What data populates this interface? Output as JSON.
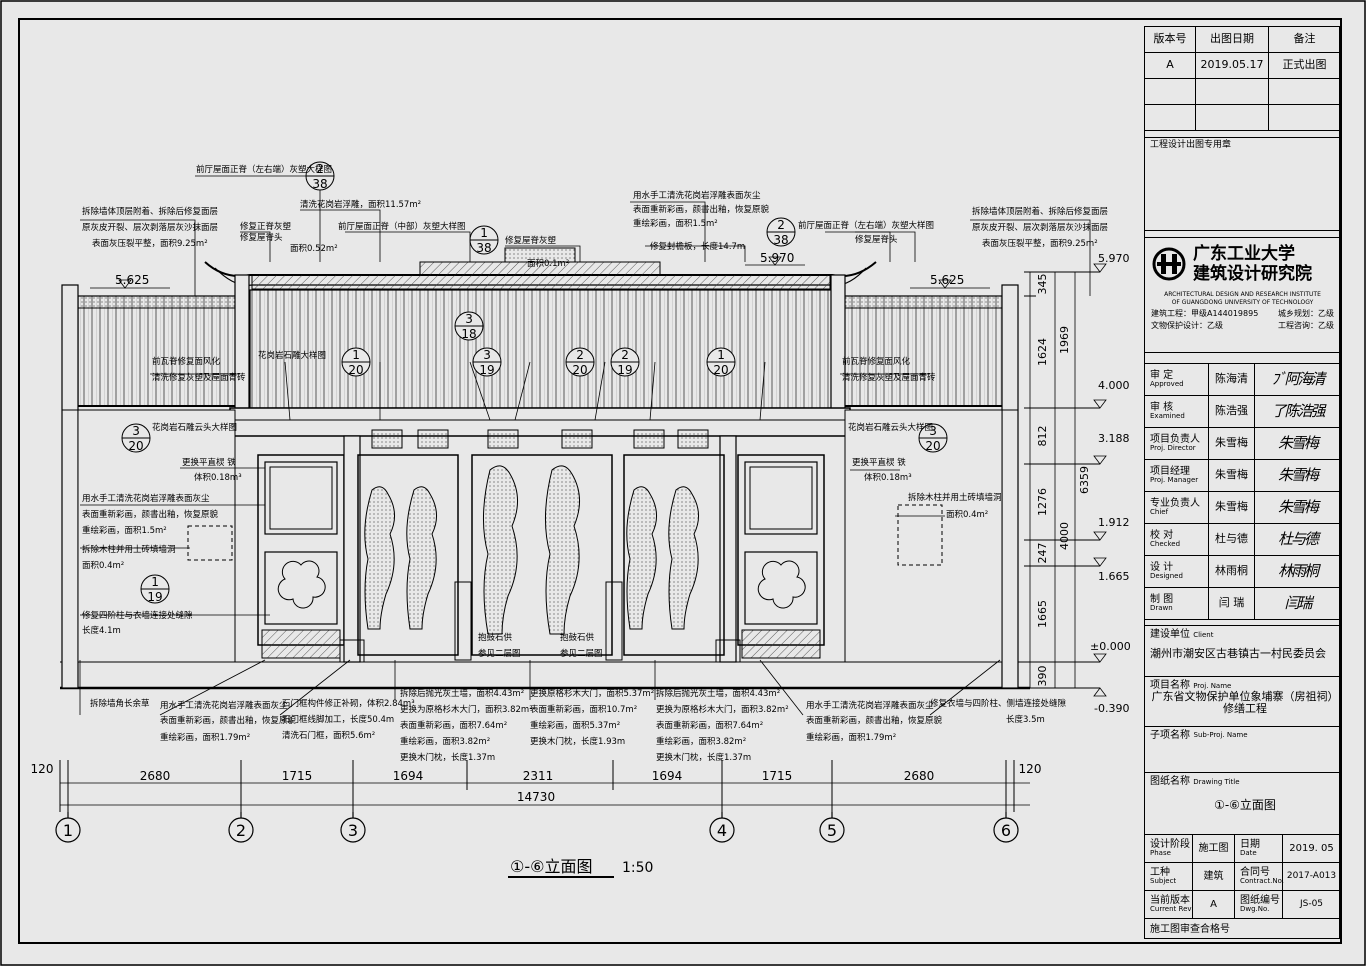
{
  "revision": {
    "headers": [
      "版本号",
      "出图日期",
      "备注"
    ],
    "row": [
      "A",
      "2019.05.17",
      "正式出图"
    ]
  },
  "stamp_label": "工程设计出图专用章",
  "institute": {
    "name_line1": "广东工业大学",
    "name_line2": "建筑设计研究院",
    "en_line1": "ARCHITECTURAL DESIGN AND RESEARCH  INSTITUTE",
    "en_line2": "OF GUANGDONG UNIVERSITY OF TECHNOLOGY",
    "cert1": "建筑工程：甲级A144019895",
    "cert2": "城乡规划：乙级",
    "cert3": "文物保护设计：乙级",
    "cert4": "工程咨询：乙级"
  },
  "signoffs": [
    {
      "label": "审  定",
      "en": "Approved",
      "name": "陈海清",
      "sig": "ﾌﾞ阿海清"
    },
    {
      "label": "审  核",
      "en": "Examined",
      "name": "陈浩强",
      "sig": "了陈浩强"
    },
    {
      "label": "项目负责人",
      "en": "Proj. Director",
      "name": "朱雪梅",
      "sig": "朱雪梅"
    },
    {
      "label": "项目经理",
      "en": "Proj. Manager",
      "name": "朱雪梅",
      "sig": "朱雪梅"
    },
    {
      "label": "专业负责人",
      "en": "Chief",
      "name": "朱雪梅",
      "sig": "朱雪梅"
    },
    {
      "label": "校  对",
      "en": "Checked",
      "name": "杜与德",
      "sig": "杜与德"
    },
    {
      "label": "设  计",
      "en": "Designed",
      "name": "林雨桐",
      "sig": "林雨桐"
    },
    {
      "label": "制  图",
      "en": "Drawn",
      "name": "闫  瑞",
      "sig": "闫瑞"
    }
  ],
  "client": {
    "label": "建设单位",
    "en": "Client",
    "value": "潮州市潮安区古巷镇古一村民委员会"
  },
  "project": {
    "label": "项目名称",
    "en": "Proj. Name",
    "value1": "广东省文物保护单位象埔寨（房祖祠）",
    "value2": "修缮工程"
  },
  "subproject": {
    "label": "子项名称",
    "en": "Sub-Proj. Name"
  },
  "drawing_title": {
    "label": "图纸名称",
    "en": "Drawing Title",
    "value": "①-⑥立面图"
  },
  "phase": {
    "label": "设计阶段",
    "en": "Phase",
    "value": "施工图",
    "date_label": "日期",
    "date_en": "Date",
    "date": "2019. 05"
  },
  "subject": {
    "label": "工种",
    "en": "Subject",
    "value": "建筑",
    "contract_label": "合同号",
    "contract_en": "Contract.No.",
    "contract": "2017-A013"
  },
  "current": {
    "label": "当前版本",
    "en": "Current Rev",
    "value": "A",
    "dwg_label": "图纸编号",
    "dwg_en": "Dwg.No.",
    "dwg": "JS-05"
  },
  "review_label": "施工图审查合格号",
  "elevation_title": "①-⑥立面图",
  "elevation_scale": "1:50",
  "axes": [
    "1",
    "2",
    "3",
    "4",
    "5",
    "6"
  ],
  "dims_horizontal": [
    "120",
    "2680",
    "1715",
    "1694",
    "2311",
    "1694",
    "1715",
    "2680",
    "120"
  ],
  "dim_total": "14730",
  "dims_vertical": [
    "345",
    "1624",
    "812",
    "1276",
    "247",
    "1665",
    "390"
  ],
  "dims_vertical_group": [
    "1969",
    "4000",
    "6359"
  ],
  "levels": [
    "5.970",
    "4.000",
    "3.188",
    "1.912",
    "1.665",
    "±0.000",
    "-0.390"
  ],
  "levels_roof": [
    "5.625",
    "5.970",
    "5.625"
  ],
  "callouts": [
    {
      "n": "2",
      "d": "38"
    },
    {
      "n": "1",
      "d": "38"
    },
    {
      "n": "2",
      "d": "38"
    },
    {
      "n": "3",
      "d": "18"
    },
    {
      "n": "1",
      "d": "20"
    },
    {
      "n": "3",
      "d": "19"
    },
    {
      "n": "2",
      "d": "20"
    },
    {
      "n": "2",
      "d": "19"
    },
    {
      "n": "1",
      "d": "20"
    },
    {
      "n": "3",
      "d": "20"
    },
    {
      "n": "3",
      "d": "20"
    },
    {
      "n": "1",
      "d": "19"
    }
  ],
  "notes": {
    "top_left_1": "前厅屋面正脊（左右端）灰塑大样图",
    "top_left_2a": "清洗花岗岩浮雕，面积11.57m²",
    "top_left_2b": "修复正脊灰塑",
    "top_left_2c": "面积0.52m²",
    "top_center_1": "前厅屋面正脊（中部）灰塑大样图",
    "top_center_2": "修复屋脊灰塑",
    "top_center_3": "面积0.1m²",
    "top_right_1": "前厅屋面正脊（左右端）灰塑大样图",
    "top_right_2a": "用水手工清洗花岗岩浮雕表面灰尘",
    "top_right_2b": "表面重新彩画，颜書出釉，恢复原貌",
    "top_right_2c": "重绘彩画，面积1.5m²",
    "top_right_3": "修复封檐板，长度14.7m",
    "gable_left_1": "拆除墙体顶层附着、拆除后修复面层",
    "gable_left_2": "原灰皮开裂、层次剥落层灰沙抹面层",
    "gable_left_3": "表面灰压裂平整，面积9.25m²",
    "gable_right_1": "拆除墙体顶层附着、拆除后修复面层",
    "gable_right_2": "原灰皮开裂、层次剥落层灰沙抹面层",
    "gable_right_3": "表面灰压裂平整，面积9.25m²",
    "ridge_left": "修复屋脊头",
    "ridge_right": "修复屋脊头",
    "tile_note_left1": "前瓦脊修复面风化",
    "tile_note_left2": "清洗修复灰塑及屋面青砖",
    "tile_note_right1": "前瓦脊修复面风化",
    "tile_note_right2": "清洗修复灰塑及屋面青砖",
    "stone_label": "花岗岩石雕大样图",
    "stone_label2": "花岗岩石雕云头大样图",
    "window_left": "更换平直棂  铁",
    "window_left_v": "体积0.18m³",
    "window_right": "更换平直棂  铁",
    "window_right_v": "体积0.18m³",
    "left_mid_1": "用水手工清洗花岗岩浮雕表面灰尘",
    "left_mid_2": "表面重新彩画，颜書出釉，恢复原貌",
    "left_mid_3": "重绘彩画，面积1.5m²",
    "left_mid_4": "拆除木柱并用土砖填墙洞",
    "left_mid_5": "面积0.4m²",
    "left_low_1": "修复四阶柱与衣墙连接处缝隙",
    "left_low_2": "长度4.1m",
    "right_mid_1": "拆除木柱并用土砖填墙洞",
    "right_mid_2": "面积0.4m²",
    "bottom_left_1": "拆除墙角长余草",
    "bottom_l2_1": "用水手工清洗花岗岩浮雕表面灰尘",
    "bottom_l2_2": "表面重新彩画，颜書出釉，恢复原貌",
    "bottom_l2_3": "重绘彩画，面积1.79m²",
    "bottom_l3_1": "石门框构件修正补砌，体积2.84m³",
    "bottom_l3_2": "石门框线脚加工，长度50.4m",
    "bottom_l3_3": "清洗石门框，面积5.6m²",
    "bottom_c1_1": "拆除后抛光灰土墙，面积4.43m²",
    "bottom_c1_2": "更换为原格杉木大门，面积3.82m²",
    "bottom_c1_3": "表面重新彩画，面积7.64m²",
    "bottom_c1_4": "重绘彩画，面积3.82m²",
    "bottom_c1_5": "更换木门枕，长度1.37m",
    "bottom_c2_1": "更换原格杉木大门，面积5.37m²",
    "bottom_c2_2": "表面重新彩画，面积10.7m²",
    "bottom_c2_3": "重绘彩画，面积5.37m²",
    "bottom_c2_4": "更换木门枕，长度1.93m",
    "bottom_c3_1": "拆除后抛光灰土墙，面积4.43m²",
    "bottom_c3_2": "更换为原格杉木大门，面积3.82m²",
    "bottom_c3_3": "表面重新彩画，面积7.64m²",
    "bottom_c3_4": "重绘彩画，面积3.82m²",
    "bottom_c3_5": "更换木门枕，长度1.37m",
    "bottom_r2_1": "用水手工清洗花岗岩浮雕表面灰尘",
    "bottom_r2_2": "表面重新彩画，颜書出釉，恢复原貌",
    "bottom_r2_3": "重绘彩画，面积1.79m²",
    "bottom_r3_1": "修复衣墙与四阶柱、侧墙连接处缝隙",
    "bottom_r3_2": "长度3.5m",
    "gate_note_1a": "抱鼓石供",
    "gate_note_1b": "参见二层图",
    "gate_note_2a": "抱鼓石供",
    "gate_note_2b": "参见二层图"
  }
}
